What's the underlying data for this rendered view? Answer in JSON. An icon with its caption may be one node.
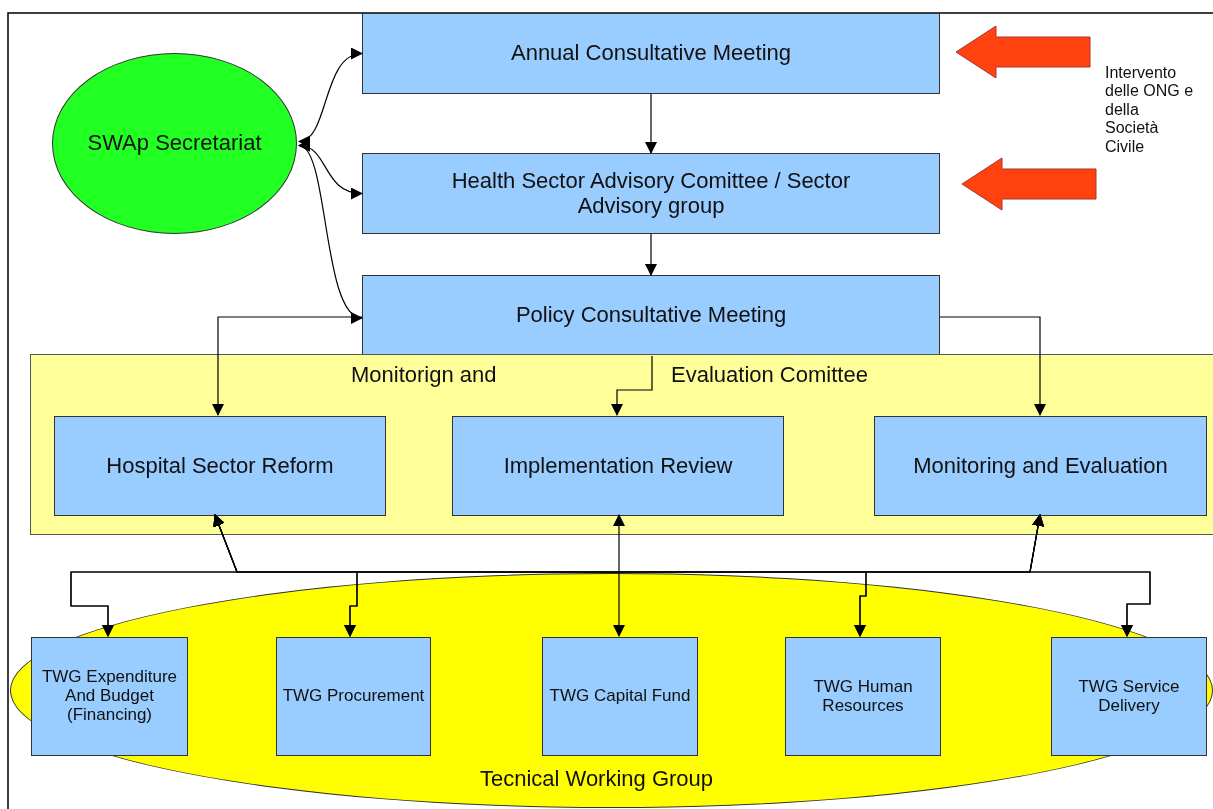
{
  "diagram": {
    "nodes": [
      {
        "text": [
          "SWAp Secretariat"
        ]
      },
      {
        "text": [
          "Annual Consultative Meeting"
        ]
      },
      {
        "text": [
          "Health Sector Advisory Comittee / Sector Advisory group"
        ]
      },
      {
        "text": [
          "Policy Consultative Meeting"
        ]
      },
      {
        "text": [
          "Monitorign and",
          "Evaluation Comittee"
        ]
      },
      {
        "text": [
          "Hospital Sector Reform"
        ],
        "in": 4
      },
      {
        "text": [
          "Implementation Review"
        ],
        "in": 4
      },
      {
        "text": [
          "Monitoring and Evaluation"
        ],
        "in": 4
      },
      {
        "text": [
          "Tecnical Working Group"
        ]
      },
      {
        "text": [
          "TWG Expenditure And Budget (Financing)"
        ],
        "in": 8
      },
      {
        "text": [
          "TWG Procurement"
        ],
        "in": 8
      },
      {
        "text": [
          "TWG Capital Fund"
        ],
        "in": 8
      },
      {
        "text": [
          "TWG Human Resources"
        ],
        "in": 8
      },
      {
        "text": [
          "TWG Service Delivery"
        ],
        "in": 8
      }
    ],
    "edges": [
      {
        "from": 0,
        "to": 1,
        "arrow": "both"
      },
      {
        "from": 0,
        "to": 2,
        "arrow": "both"
      },
      {
        "from": 0,
        "to": 3,
        "arrow": "both"
      },
      {
        "from": 1,
        "to": 2,
        "arrow": "to"
      },
      {
        "from": 2,
        "to": 3,
        "arrow": "to"
      },
      {
        "from": 3,
        "to": 5,
        "arrow": "to"
      },
      {
        "from": 3,
        "to": 6,
        "arrow": "to"
      },
      {
        "from": 3,
        "to": 7,
        "arrow": "to"
      },
      {
        "from": 11,
        "to": 6,
        "arrow": "both"
      },
      {
        "from": 5,
        "to": 9,
        "arrow": "both"
      },
      {
        "from": 5,
        "to": 10,
        "arrow": "both"
      },
      {
        "from": 5,
        "to": 12,
        "arrow": "both"
      },
      {
        "from": 5,
        "to": 13,
        "arrow": "both"
      },
      {
        "from": 7,
        "to": 9,
        "arrow": "both"
      },
      {
        "from": 7,
        "to": 10,
        "arrow": "both"
      },
      {
        "from": 7,
        "to": 12,
        "arrow": "both"
      },
      {
        "from": 7,
        "to": 13,
        "arrow": "both"
      },
      {
        "from": null,
        "to": 1,
        "arrow": "to",
        "style": "thick",
        "color": "#ff420e"
      },
      {
        "from": null,
        "to": 2,
        "arrow": "to",
        "style": "thick",
        "color": "#ff420e"
      }
    ],
    "labels": [
      "Intervento delle ONG e della Società Civile"
    ]
  }
}
